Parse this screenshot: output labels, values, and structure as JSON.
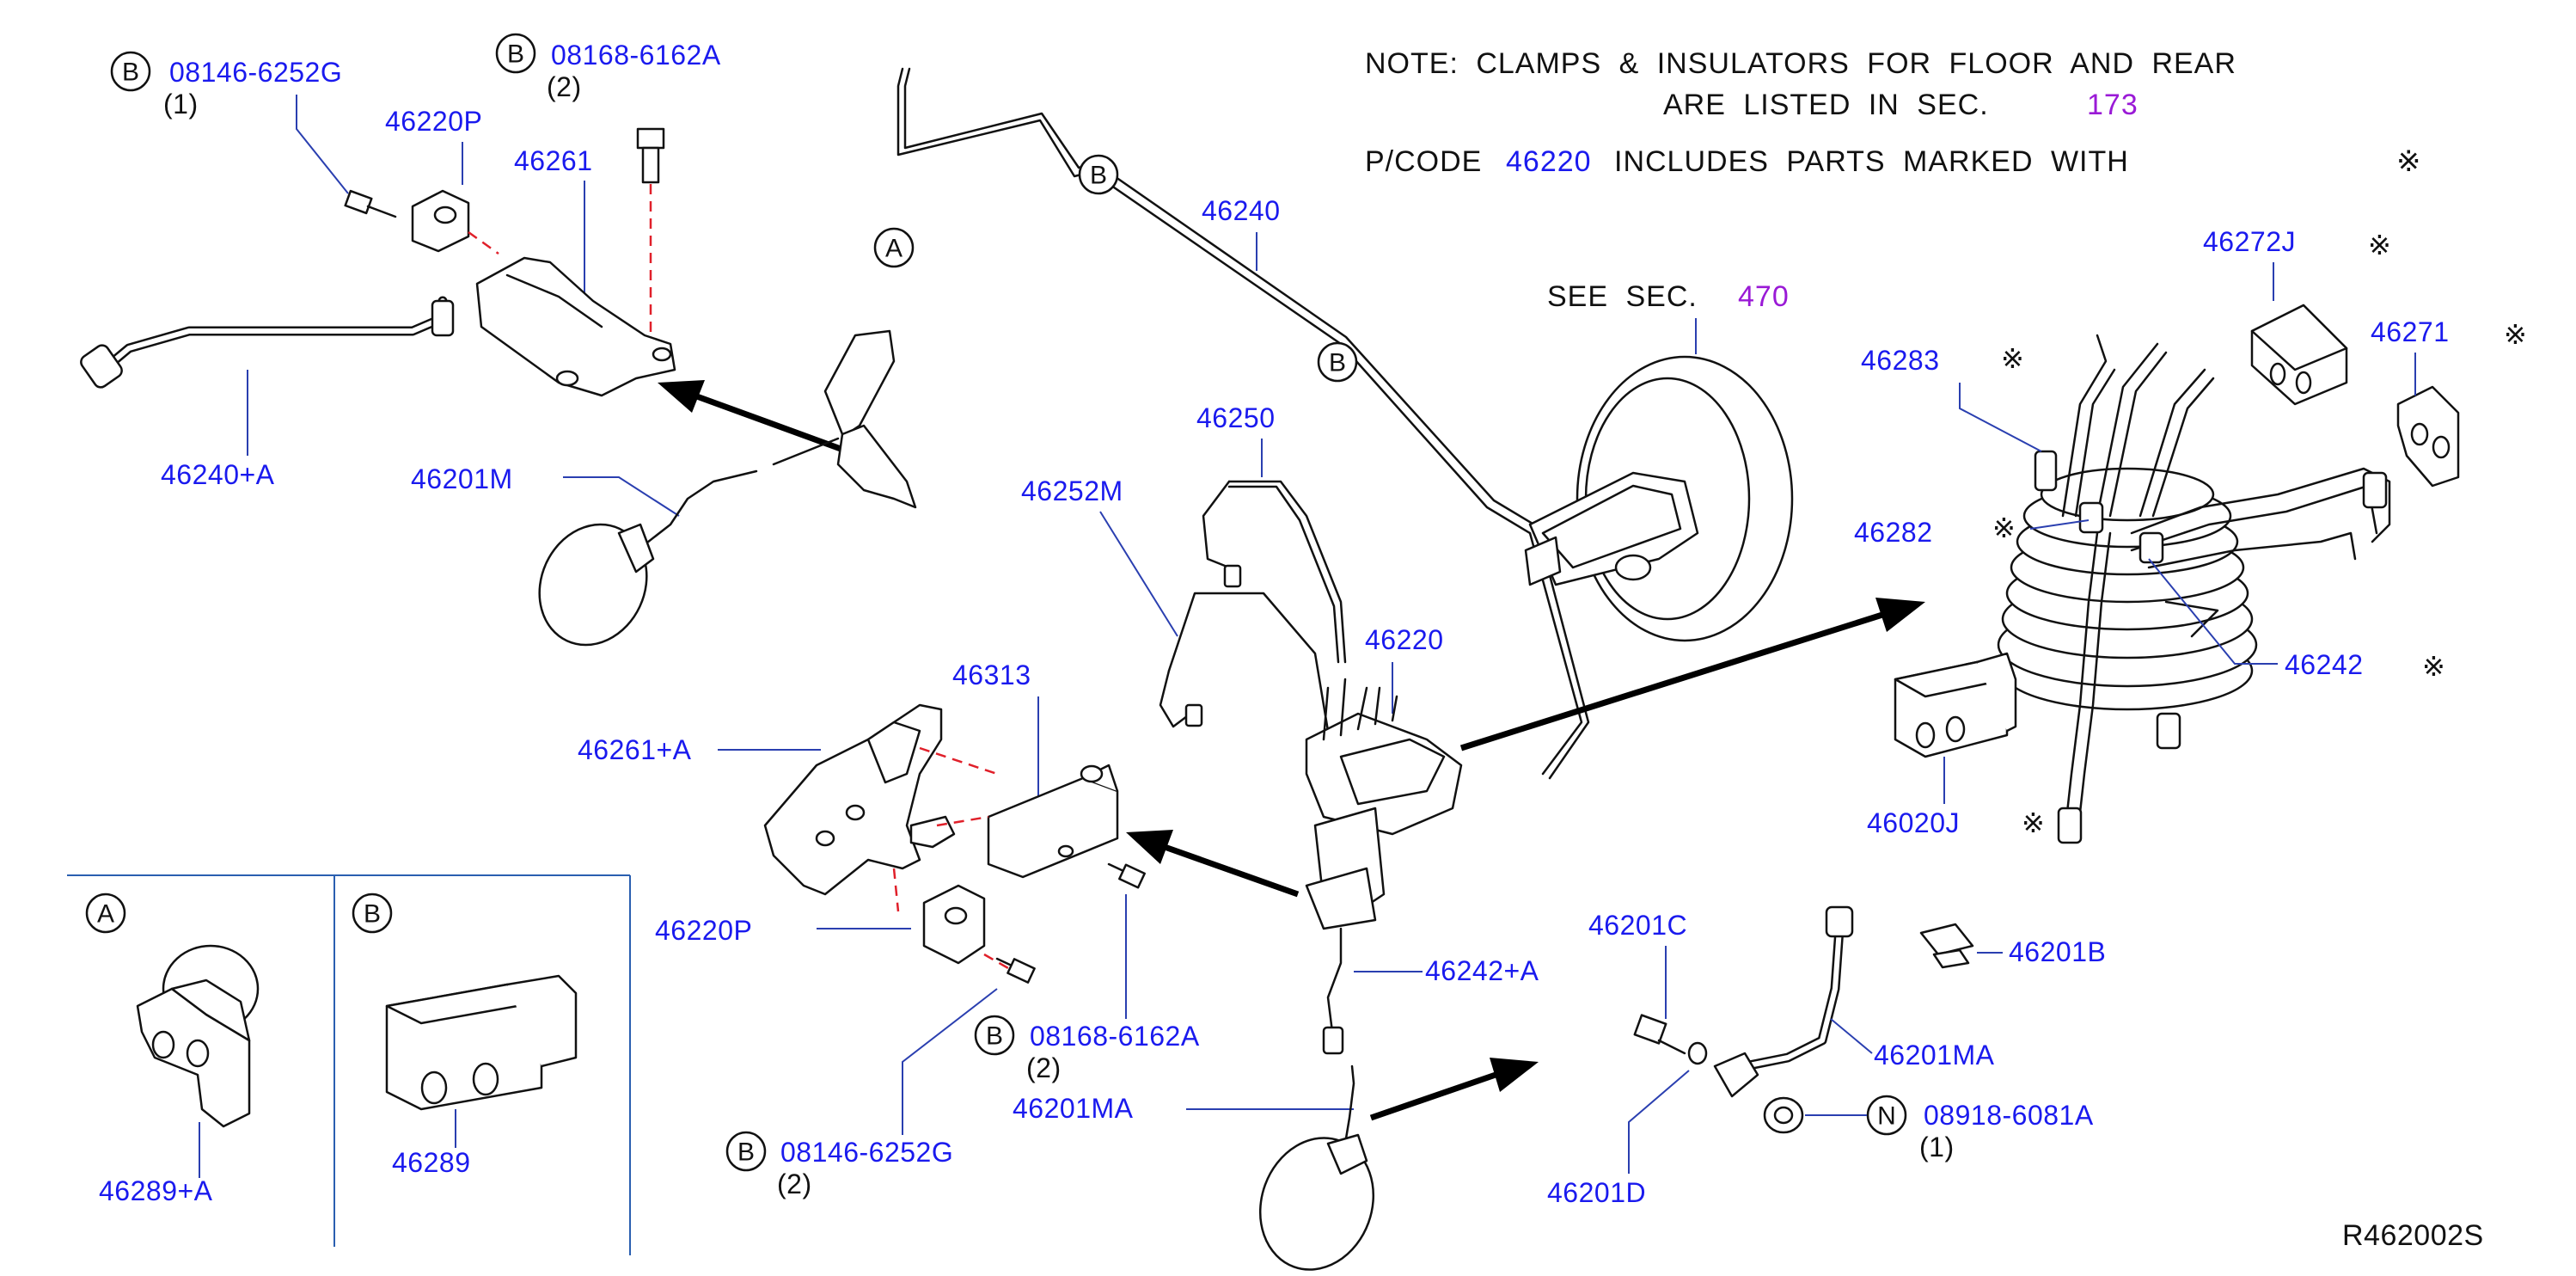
{
  "notes": {
    "line1": "NOTE: CLAMPS & INSULATORS FOR FLOOR AND REAR",
    "line2a": "ARE LISTED IN SEC.",
    "line2b": "173",
    "line3a": "P/CODE",
    "line3b": "46220",
    "line3c": "INCLUDES PARTS MARKED WITH",
    "line3d": "※",
    "see_sec": "SEE SEC.",
    "see_sec_num": "470"
  },
  "symbols": {
    "kome": "※",
    "B": "B",
    "A": "A",
    "N": "N"
  },
  "parts": {
    "p08146_6252G_top": "08146-6252G",
    "p08146_6252G_top_qty": "(1)",
    "p08168_6162A_top": "08168-6162A",
    "p08168_6162A_top_qty": "(2)",
    "p46220P_top": "46220P",
    "p46261": "46261",
    "p46240A": "46240+A",
    "p46201M": "46201M",
    "p46240": "46240",
    "p46250": "46250",
    "p46252M": "46252M",
    "p46220": "46220",
    "p46313": "46313",
    "p46261A": "46261+A",
    "p46220P_mid": "46220P",
    "p08168_6162A_mid": "08168-6162A",
    "p08168_6162A_mid_qty": "(2)",
    "p08146_6252G_bot": "08146-6252G",
    "p08146_6252G_bot_qty": "(2)",
    "p46201MA_left": "46201MA",
    "p46242A": "46242+A",
    "p46272J": "46272J",
    "p46271": "46271",
    "p46283": "46283",
    "p46282": "46282",
    "p46242": "46242",
    "p46020J": "46020J",
    "p46201C": "46201C",
    "p46201B": "46201B",
    "p46201MA_right": "46201MA",
    "p46201D": "46201D",
    "p08918_6081A": "08918-6081A",
    "p08918_6081A_qty": "(1)",
    "p46289A": "46289+A",
    "p46289": "46289"
  },
  "diagram_code": "R462002S"
}
